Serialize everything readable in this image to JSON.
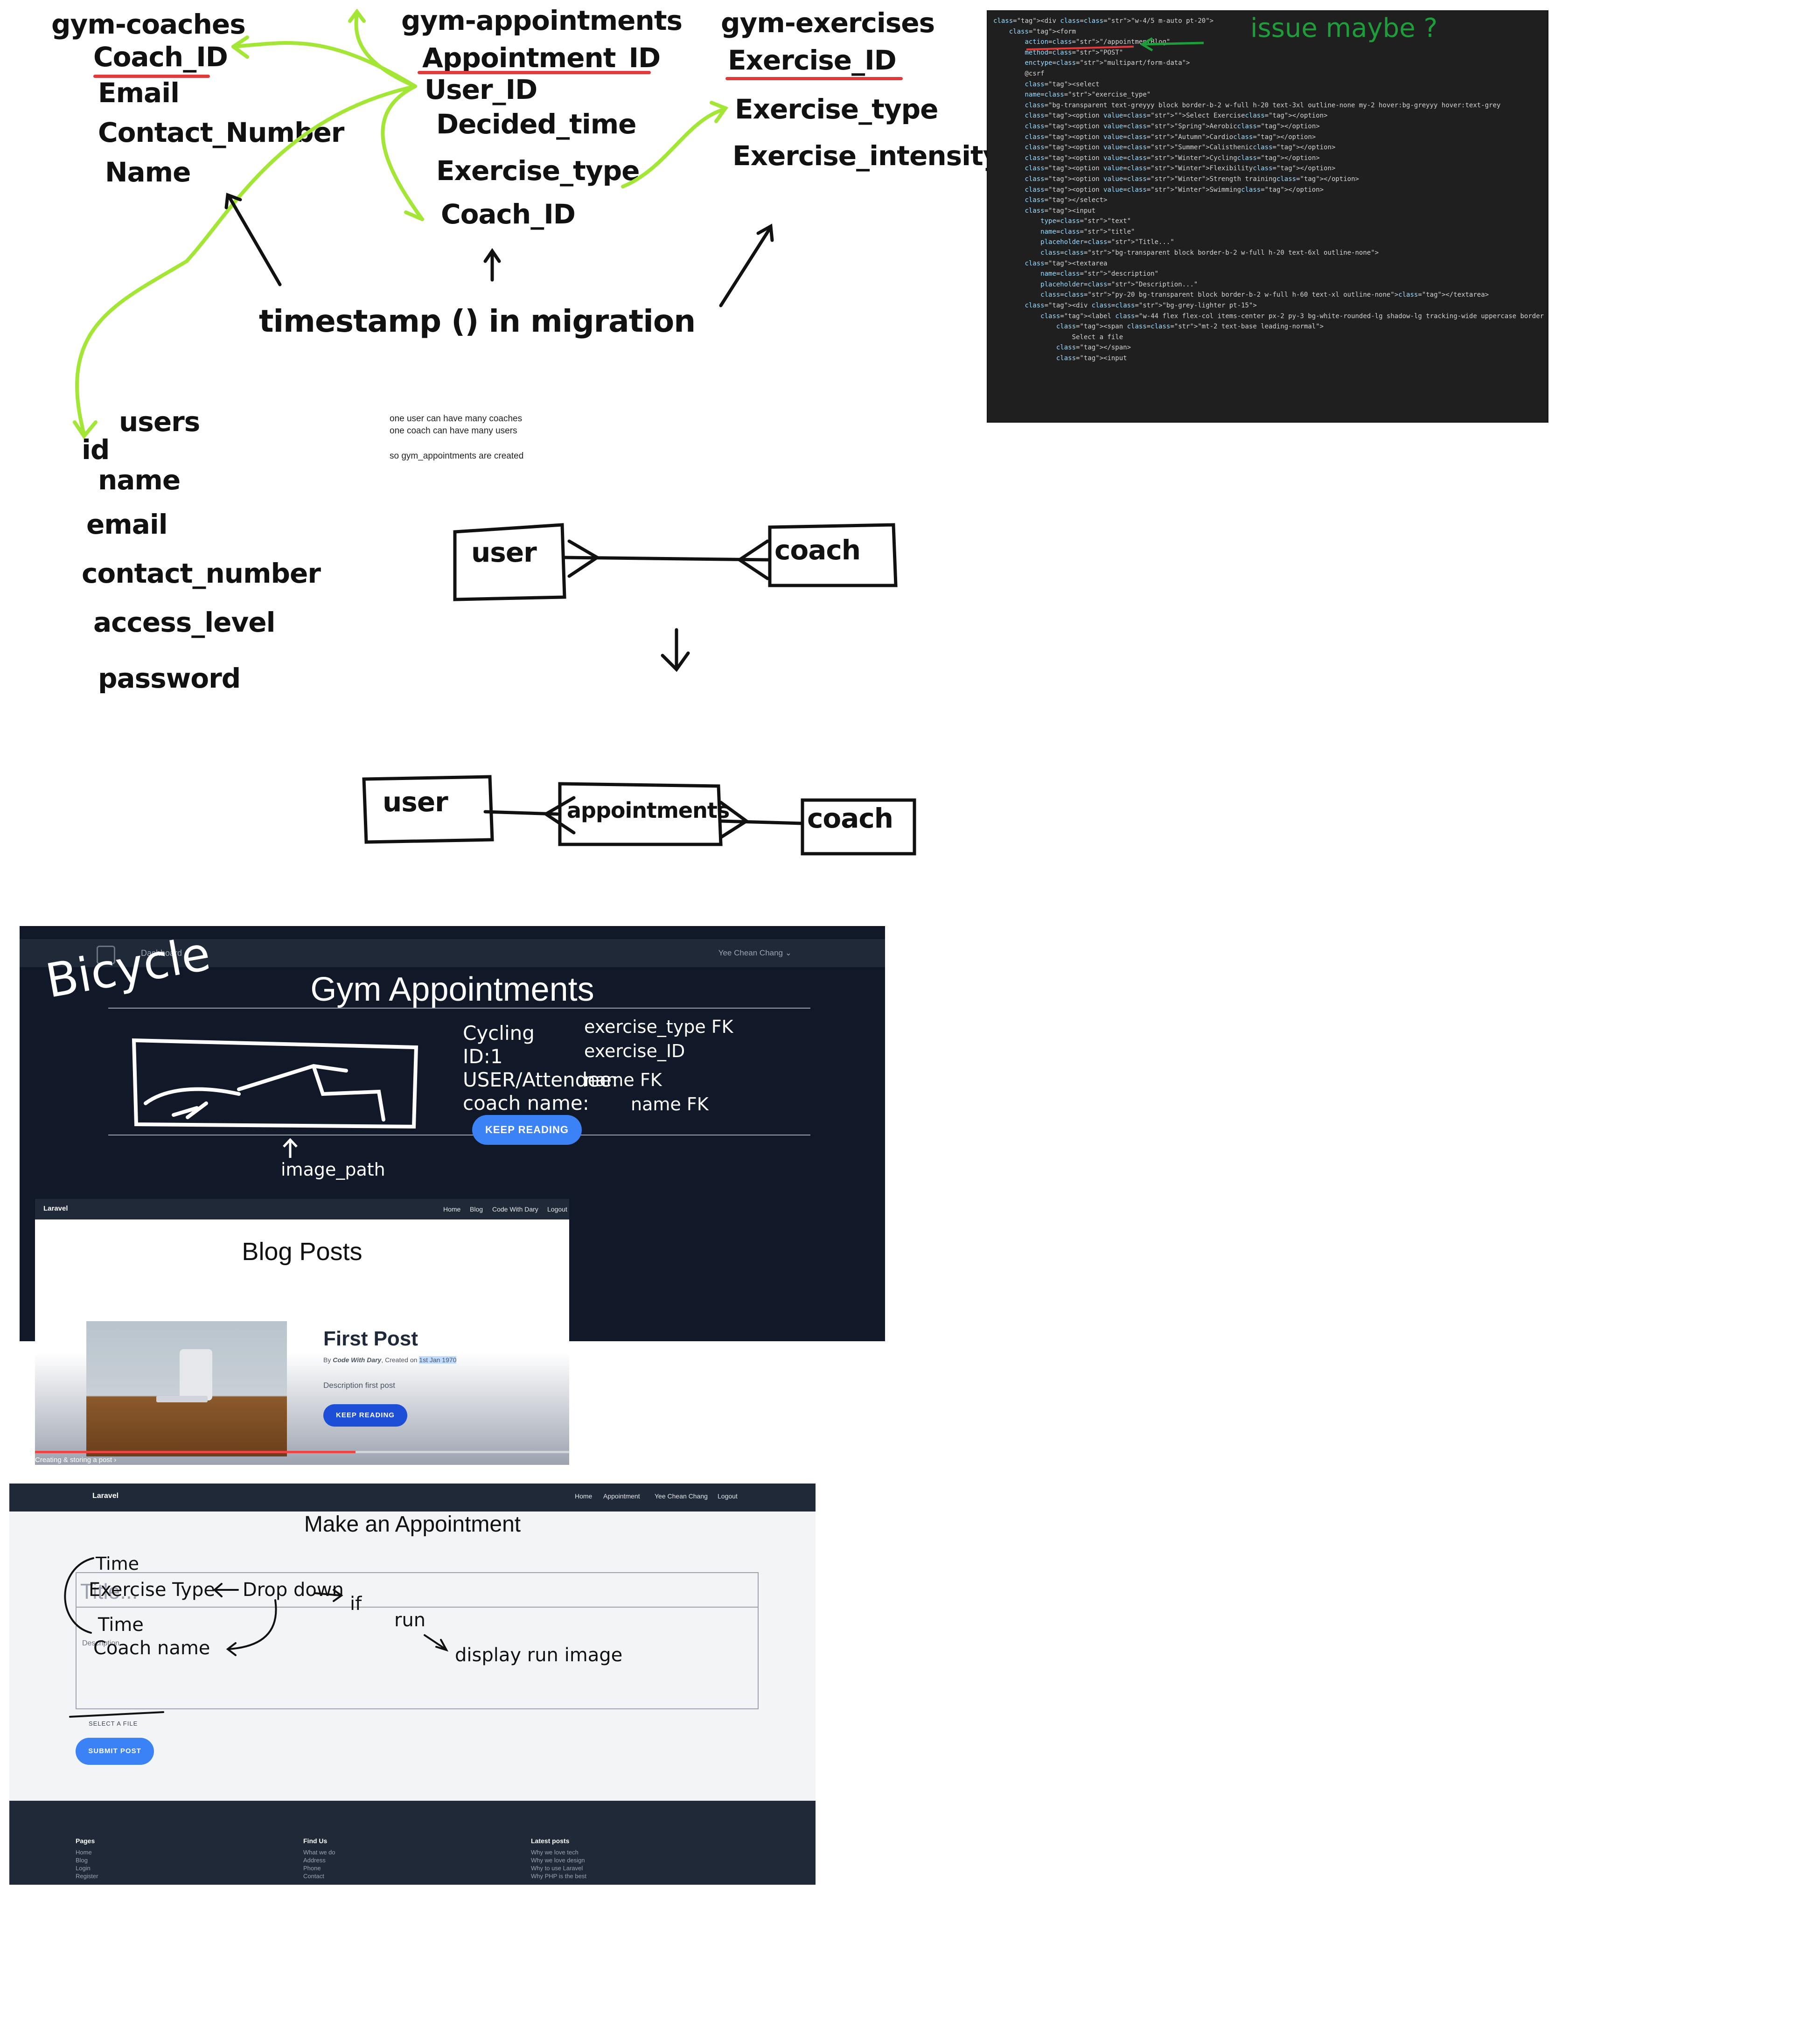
{
  "diagram": {
    "coaches": {
      "title": "gym-coaches",
      "fields": [
        "Coach_ID",
        "Email",
        "Contact_Number",
        "Name"
      ]
    },
    "appointments": {
      "title": "gym-appointments",
      "fields": [
        "Appointment_ID",
        "User_ID",
        "Decided_time",
        "Exercise_type",
        "Coach_ID"
      ]
    },
    "exercises": {
      "title": "gym-exercises",
      "fields": [
        "Exercise_ID",
        "Exercise_type",
        "Exercise_intensity"
      ]
    },
    "users": {
      "title": "users",
      "fields": [
        "id",
        "name",
        "email",
        "contact_number",
        "access_level",
        "password"
      ]
    },
    "migration_note": "timestamp () in migration",
    "relations_text": [
      "one user can have many coaches",
      "one coach can have many users",
      "so gym_appointments are created"
    ],
    "er1": {
      "left": "user",
      "right": "coach"
    },
    "er2": {
      "left": "user",
      "middle": "appointments",
      "right": "coach"
    }
  },
  "code_editor": {
    "note": "issue maybe ?",
    "lines": [
      "<div class=\"w-4/5 m-auto pt-20\">",
      "    <form",
      "        action=\"/appointmentBlog\"",
      "        method=\"POST\"",
      "        enctype=\"multipart/form-data\">",
      "        @csrf",
      "",
      "        <select",
      "        name=\"exercise_type\"",
      "        class=\"bg-transparent text-greyyy block border-b-2 w-full h-20 text-3xl outline-none my-2 hover:bg-greyyy hover:text-grey",
      "        <option value=\"\">Select Exercise</option>",
      "        <option value=\"Spring\">Aerobic</option>",
      "        <option value=\"Autumn\">Cardio</option>",
      "        <option value=\"Summer\">Calisthenic</option>",
      "        <option value=\"Winter\">Cycling</option>",
      "        <option value=\"Winter\">Flexibility</option>",
      "        <option value=\"Winter\">Strength training</option>",
      "        <option value=\"Winter\">Swimming</option>",
      "        </select>",
      "",
      "",
      "        <input",
      "            type=\"text\"",
      "            name=\"title\"",
      "            placeholder=\"Title...\"",
      "            class=\"bg-transparent block border-b-2 w-full h-20 text-6xl outline-none\">",
      "",
      "        <textarea",
      "            name=\"description\"",
      "            placeholder=\"Description...\"",
      "            class=\"py-20 bg-transparent block border-b-2 w-full h-60 text-xl outline-none\"></textarea>",
      "",
      "        <div class=\"bg-grey-lighter pt-15\">",
      "            <label class=\"w-44 flex flex-col items-center px-2 py-3 bg-white-rounded-lg shadow-lg tracking-wide uppercase border",
      "                <span class=\"mt-2 text-base leading-normal\">",
      "                    Select a file",
      "                </span>",
      "                <input"
    ]
  },
  "gym_page": {
    "nav_link": "Dashboard",
    "user": "Yee Chean Chang",
    "title": "Gym Appointments",
    "button": "KEEP READING",
    "sketch": {
      "bicycle": "Bicycle",
      "lines": [
        "Cycling",
        "ID:1",
        "USER/Attendee:",
        "coach name:"
      ],
      "notes": [
        "exercise_type FK",
        "exercise_ID",
        "name FK",
        "name FK"
      ],
      "image_note": "image_path"
    }
  },
  "blog_page": {
    "brand": "Laravel",
    "nav": [
      "Home",
      "Blog",
      "Code With Dary",
      "Logout"
    ],
    "title": "Blog Posts",
    "post_title": "First Post",
    "post_meta_by": "By ",
    "post_author": "Code With Dary",
    "post_meta_mid": ", Created on ",
    "post_date": "1st Jan 1970",
    "post_desc": "Description first post",
    "button": "KEEP READING",
    "video_caption": "Creating & storing a post",
    "video_progress": 0.6
  },
  "appointment_page": {
    "brand": "Laravel",
    "nav": [
      "Home",
      "Appointment",
      "Yee Chean Chang",
      "Logout"
    ],
    "title": "Make an Appointment",
    "title_placeholder": "Title...",
    "desc_placeholder": "Description...",
    "file_label": "SELECT A FILE",
    "submit": "SUBMIT POST",
    "sketch": {
      "time_top": "Time",
      "exercise": "Exercise Type",
      "dropdown": "Drop down",
      "if": "if",
      "run": "run",
      "display": "display run image",
      "time2": "Time",
      "coach": "Coach name"
    },
    "footer": {
      "pages": {
        "heading": "Pages",
        "links": [
          "Home",
          "Blog",
          "Login",
          "Register"
        ]
      },
      "find_us": {
        "heading": "Find Us",
        "links": [
          "What we do",
          "Address",
          "Phone",
          "Contact"
        ]
      },
      "latest": {
        "heading": "Latest posts",
        "links": [
          "Why we love tech",
          "Why we love design",
          "Why to use Laravel",
          "Why PHP is the best"
        ]
      }
    }
  },
  "colors": {
    "accent_green": "#a3e635",
    "red_underline": "#e23a3a",
    "button_blue": "#3b82f6",
    "dark_bg": "#111827",
    "nav_bg": "#1f2937"
  }
}
